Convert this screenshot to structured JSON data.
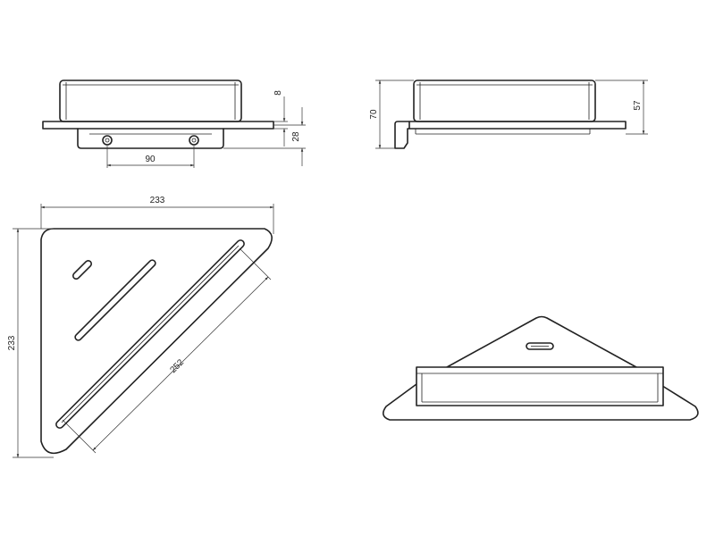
{
  "views": {
    "front": {
      "dim_top": "8",
      "dim_bottom": "28",
      "dim_width": "90"
    },
    "side": {
      "dim_total": "70",
      "dim_upper": "57"
    },
    "plan": {
      "dim_width": "233",
      "dim_height": "233",
      "dim_diagonal": "252"
    }
  },
  "colors": {
    "line": "#222222",
    "background": "#ffffff"
  }
}
